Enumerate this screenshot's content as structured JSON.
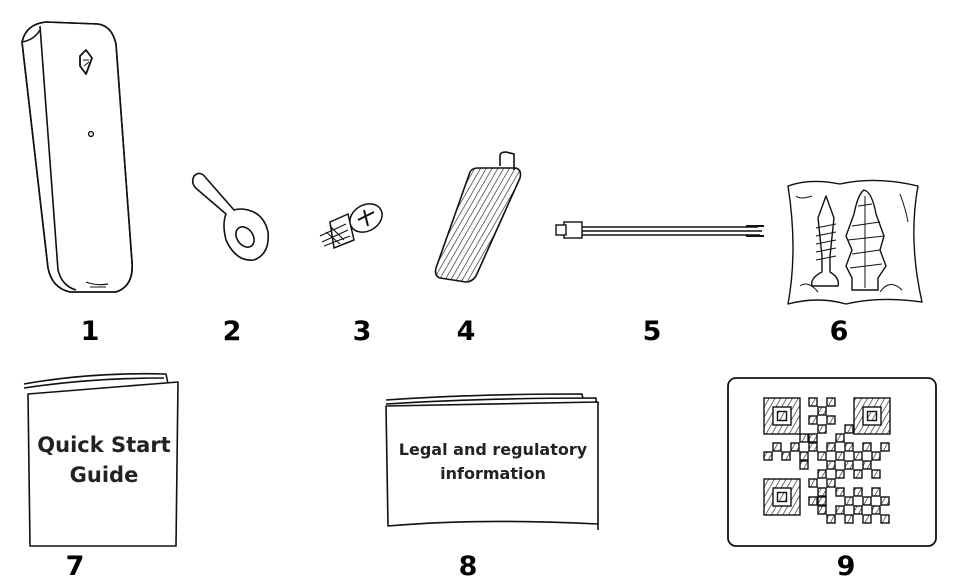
{
  "items": [
    {
      "number": "1"
    },
    {
      "number": "2"
    },
    {
      "number": "3"
    },
    {
      "number": "4"
    },
    {
      "number": "5"
    },
    {
      "number": "6"
    },
    {
      "number": "7",
      "text": [
        "Quick Start",
        "Guide"
      ]
    },
    {
      "number": "8",
      "text": [
        "Legal and regulatory",
        "information"
      ]
    },
    {
      "number": "9"
    }
  ]
}
